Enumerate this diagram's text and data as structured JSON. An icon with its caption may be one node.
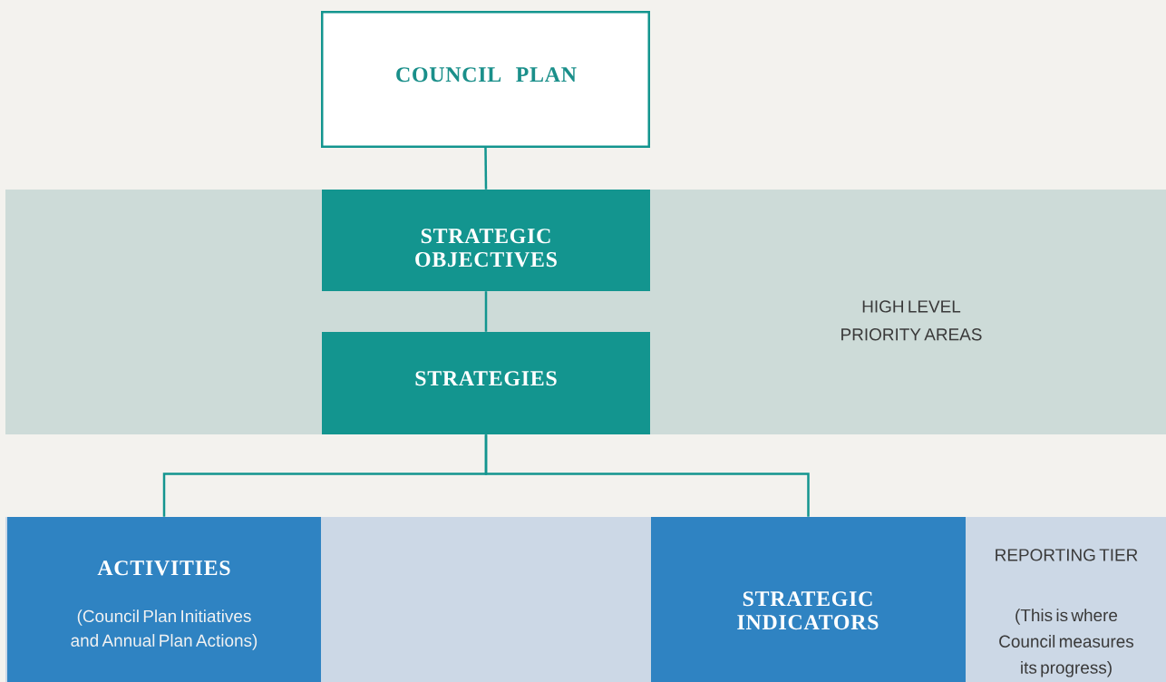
{
  "diagram": {
    "nodes": [
      {
        "text": [
          "COUNCIL PLAN"
        ]
      },
      {
        "text": [
          "HIGH LEVEL PRIORITY AREAS"
        ]
      },
      {
        "text": [
          "STRATEGIC OBJECTIVES"
        ],
        "in": 1
      },
      {
        "text": [
          "STRATEGIES"
        ],
        "in": 1
      },
      {
        "text": [
          "REPORTING TIER",
          "(This is where Council measures its progress)"
        ]
      },
      {
        "text": [
          "ACTIVITIES",
          "(Council Plan Initiatives and Annual Plan Actions)"
        ],
        "in": 4
      },
      {
        "text": [
          "STRATEGIC INDICATORS"
        ],
        "in": 4
      }
    ],
    "edges": [
      {
        "from": 0,
        "to": 2,
        "arrow": "none"
      },
      {
        "from": 2,
        "to": 3,
        "arrow": "none"
      },
      {
        "from": 3,
        "to": 5,
        "arrow": "none"
      },
      {
        "from": 3,
        "to": 6,
        "arrow": "none"
      }
    ]
  }
}
